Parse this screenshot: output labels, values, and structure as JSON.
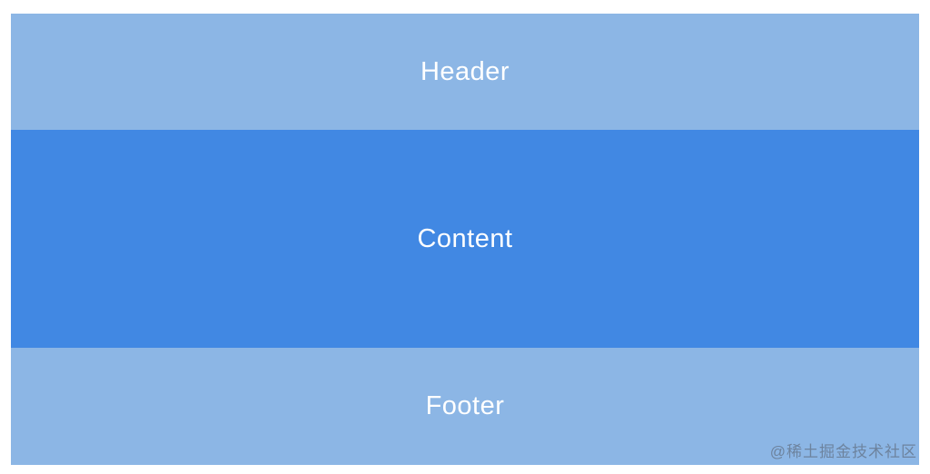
{
  "layout_demo": {
    "header": {
      "label": "Header"
    },
    "content": {
      "label": "Content"
    },
    "footer": {
      "label": "Footer"
    }
  },
  "watermark": {
    "text": "@稀土掘金技术社区"
  },
  "colors": {
    "band_light": "#8cb6e5",
    "band_dark": "#4188e3",
    "label_text": "#ffffff",
    "watermark_text": "#5a6473",
    "page_background": "#ffffff"
  }
}
